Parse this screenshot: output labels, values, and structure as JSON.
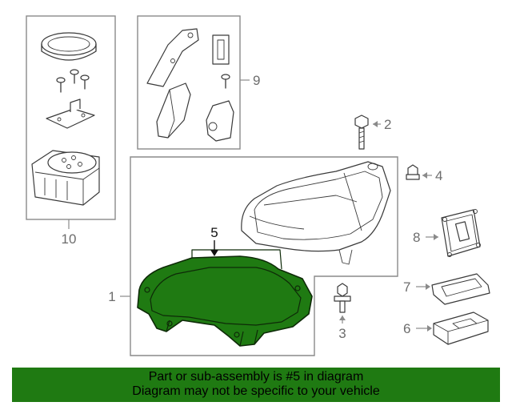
{
  "callouts": {
    "c1": "1",
    "c2": "2",
    "c3": "3",
    "c4": "4",
    "c5": "5",
    "c6": "6",
    "c7": "7",
    "c8": "8",
    "c9": "9",
    "c10": "10"
  },
  "highlight": {
    "part_number": "5",
    "color": "#1f7a12"
  },
  "banner": {
    "line1": "Part or sub-assembly is #5 in diagram",
    "line2": "Diagram may not be specific to your vehicle",
    "background": "#1f7a12"
  }
}
